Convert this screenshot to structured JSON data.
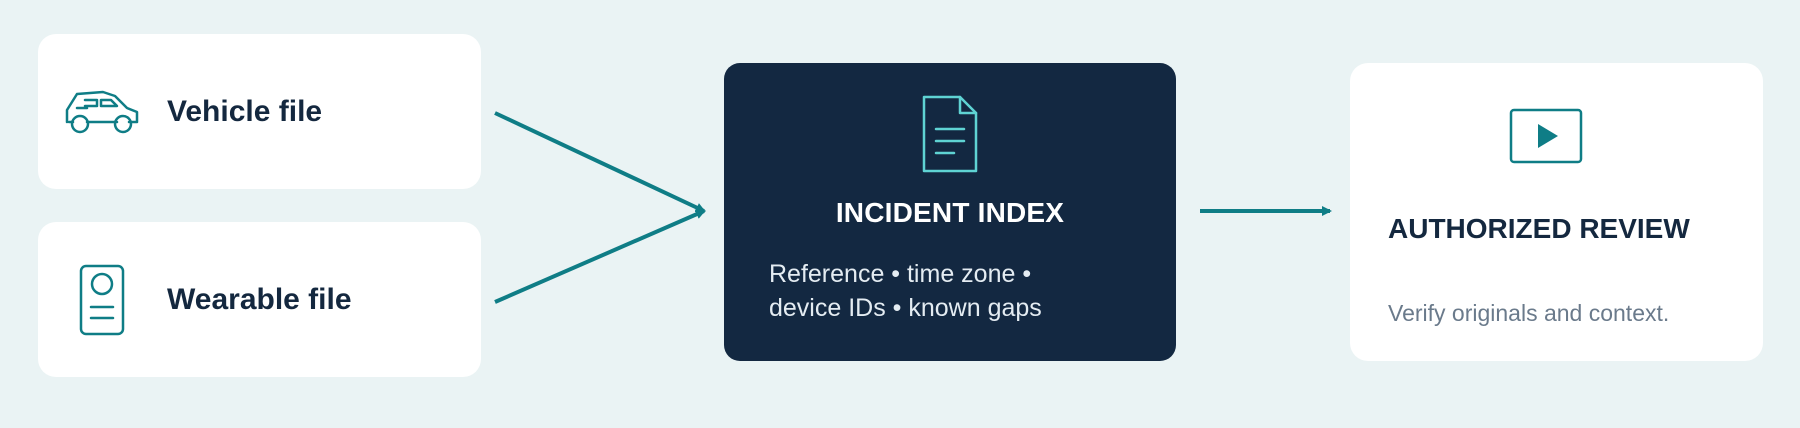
{
  "sources": [
    {
      "label": "Vehicle file",
      "icon": "car-icon"
    },
    {
      "label": "Wearable file",
      "icon": "body-camera-icon"
    }
  ],
  "index": {
    "title": "INCIDENT INDEX",
    "icon": "document-icon",
    "description_lines": [
      "Reference • time zone •",
      "device IDs • known gaps"
    ]
  },
  "review": {
    "title": "AUTHORIZED REVIEW",
    "icon": "video-play-icon",
    "description": "Verify originals and context."
  },
  "colors": {
    "background": "#eaf3f4",
    "accent_teal": "#0f7d86",
    "icon_light_teal": "#5fd3d3",
    "dark_navy": "#132841",
    "text_dark": "#14283f",
    "text_muted": "#6a7a8b"
  }
}
